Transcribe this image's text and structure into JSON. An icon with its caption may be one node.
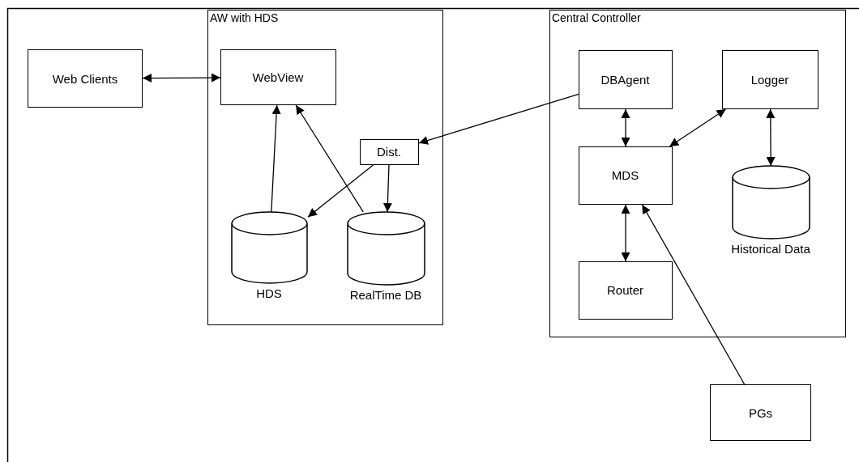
{
  "diagram": {
    "nodes": [
      {
        "text": [
          "Web Clients"
        ]
      },
      {
        "text": [
          "AW with HDS"
        ]
      },
      {
        "text": [
          "WebView"
        ],
        "in": 1
      },
      {
        "text": [
          "Dist."
        ],
        "in": 1
      },
      {
        "text": [
          "HDS"
        ],
        "in": 1
      },
      {
        "text": [
          "RealTime DB"
        ],
        "in": 1
      },
      {
        "text": [
          "Central Controller"
        ]
      },
      {
        "text": [
          "DBAgent"
        ],
        "in": 6
      },
      {
        "text": [
          "Logger"
        ],
        "in": 6
      },
      {
        "text": [
          "MDS"
        ],
        "in": 6
      },
      {
        "text": [
          "Historical Data"
        ],
        "in": 6
      },
      {
        "text": [
          "Router"
        ],
        "in": 6
      },
      {
        "text": [
          "PGs"
        ]
      }
    ],
    "edges": [
      {
        "from": 0,
        "to": 2,
        "arrow": "both"
      },
      {
        "from": 4,
        "to": 2,
        "arrow": "to"
      },
      {
        "from": 5,
        "to": 2,
        "arrow": "to"
      },
      {
        "from": 7,
        "to": 3,
        "arrow": "to"
      },
      {
        "from": 3,
        "to": 4,
        "arrow": "to"
      },
      {
        "from": 3,
        "to": 5,
        "arrow": "to"
      },
      {
        "from": 7,
        "to": 9,
        "arrow": "both"
      },
      {
        "from": 8,
        "to": 9,
        "arrow": "both"
      },
      {
        "from": 8,
        "to": 10,
        "arrow": "both"
      },
      {
        "from": 9,
        "to": 11,
        "arrow": "both"
      },
      {
        "from": 12,
        "to": 9,
        "arrow": "to"
      }
    ]
  }
}
